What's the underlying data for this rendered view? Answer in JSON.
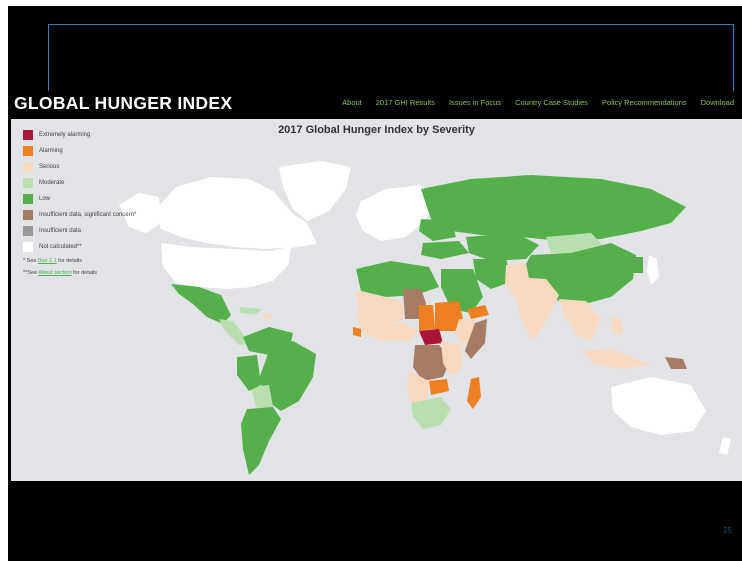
{
  "header": {
    "brand": "GLOBAL HUNGER INDEX",
    "nav": [
      "About",
      "2017 GHI Results",
      "Issues in Focus",
      "Country Case Studies",
      "Policy Recommendations",
      "Download"
    ]
  },
  "map": {
    "title": "2017 Global Hunger Index by Severity",
    "legend": [
      {
        "label": "Extremely alarming",
        "color": "#a8173a"
      },
      {
        "label": "Alarming",
        "color": "#ef7f23"
      },
      {
        "label": "Serious",
        "color": "#f8d9bf"
      },
      {
        "label": "Moderate",
        "color": "#b9dfb1"
      },
      {
        "label": "Low",
        "color": "#55b04c"
      },
      {
        "label": "Insufficient data, significant concern*",
        "color": "#a67c65"
      },
      {
        "label": "Insufficient data",
        "color": "#9a9a9a"
      },
      {
        "label": "Not calculated**",
        "color": "#ffffff"
      }
    ],
    "notes": [
      {
        "prefix": "* See ",
        "link": "Box 2.1",
        "suffix": " for details"
      },
      {
        "prefix": "**See ",
        "link": "About section",
        "suffix": " for details"
      }
    ],
    "ocean_color": "#e1e3e6"
  },
  "slide": {
    "page_number": "25"
  }
}
